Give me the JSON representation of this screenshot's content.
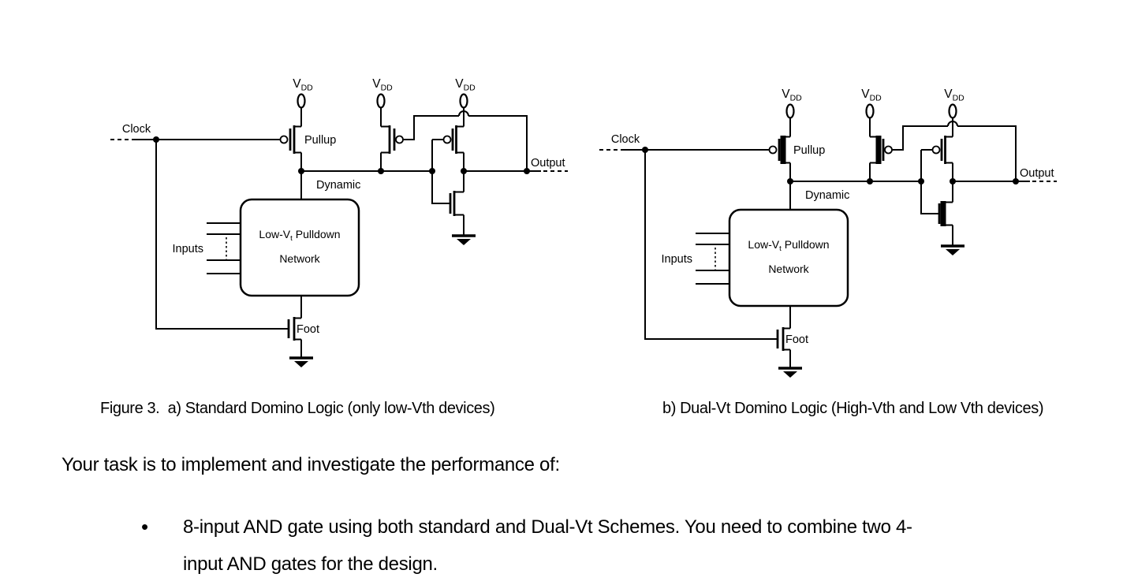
{
  "page": {
    "background": "#ffffff",
    "text_color": "#000000",
    "line_color": "#000000"
  },
  "figure": {
    "caption_a": "Figure 3.  a) Standard Domino Logic (only low-Vth devices)",
    "caption_b": "b) Dual-Vt Domino Logic (High-Vth and Low Vth devices)"
  },
  "circuit_labels": {
    "vdd": "V",
    "vdd_sub": "DD",
    "clock": "Clock",
    "pullup": "Pullup",
    "dynamic": "Dynamic",
    "inputs": "Inputs",
    "network_line1_pre": "Low-V",
    "network_line1_sub": "t",
    "network_line1_post": "Pulldown",
    "network_line2": "Network",
    "foot": "Foot",
    "output": "Output"
  },
  "body": {
    "intro": "Your task is to implement and investigate the performance of:",
    "bullet_marker": "•",
    "bullet_line1": "8-input AND gate using both standard and Dual-Vt Schemes. You need to combine two 4-",
    "bullet_line2": "input AND gates for the design."
  }
}
